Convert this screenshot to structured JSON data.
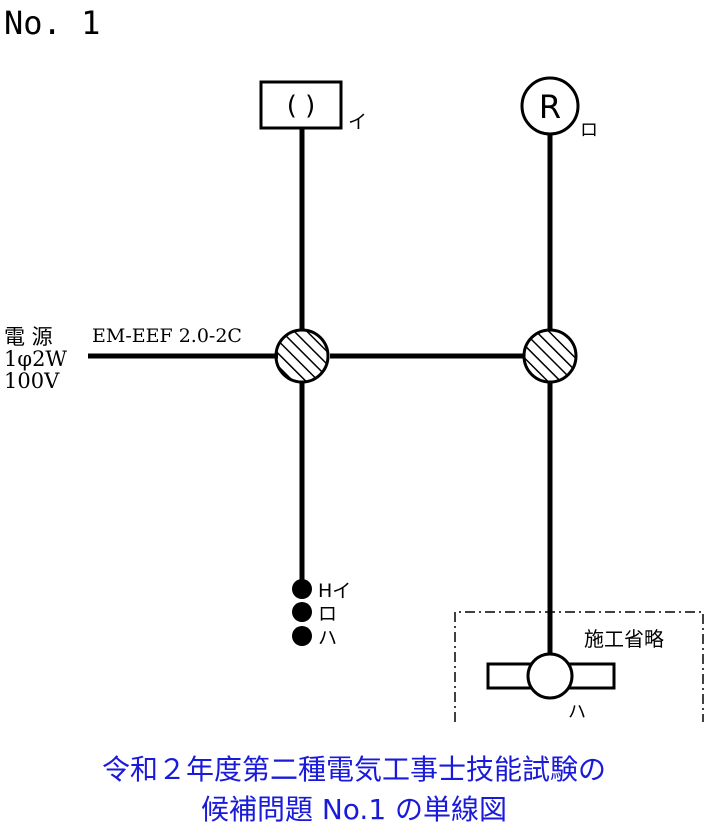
{
  "header": {
    "number": "No. 1"
  },
  "fixtures": {
    "ceiling_light": {
      "symbol": "( )",
      "switch_label": "イ"
    },
    "receptacle_light": {
      "symbol": "R",
      "switch_label": "ロ"
    },
    "fluorescent": {
      "switch_label": "ハ"
    }
  },
  "power_source": {
    "line1": "電 源",
    "line2": "1φ2W",
    "line3": "100V"
  },
  "cable": {
    "label": "EM-EEF 2.0-2C"
  },
  "switches": {
    "items": [
      {
        "label": "Hイ"
      },
      {
        "label": "ロ"
      },
      {
        "label": "ハ"
      }
    ]
  },
  "omitted_area": {
    "label": "施工省略"
  },
  "caption": {
    "line1": "令和２年度第二種電気工事士技能試験の",
    "line2": "候補問題 No.1 の単線図"
  },
  "colors": {
    "line": "#000000",
    "caption": "#1a1adb"
  }
}
